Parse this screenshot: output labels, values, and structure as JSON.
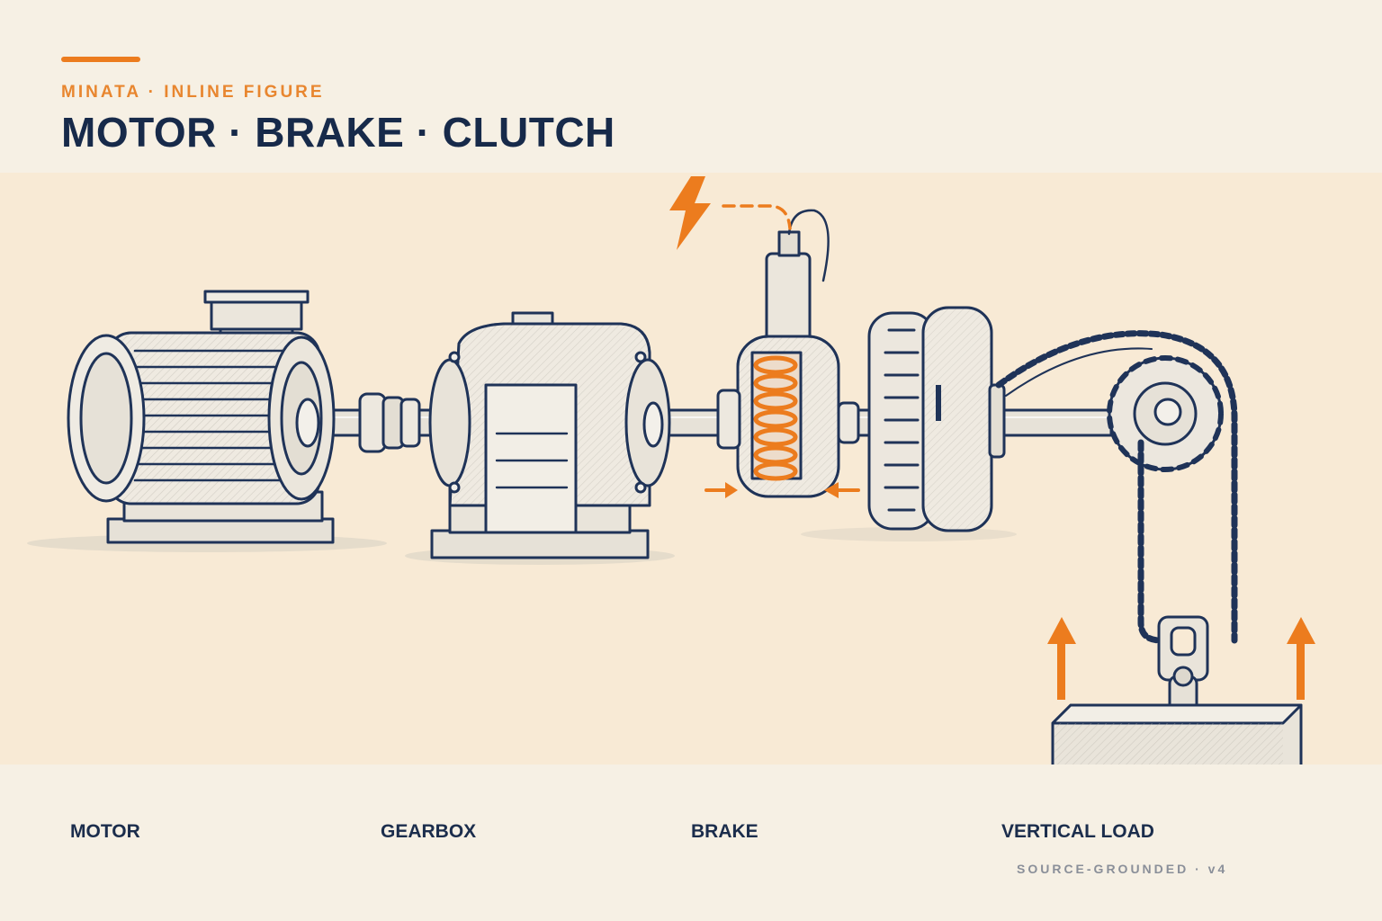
{
  "header": {
    "eyebrow": "MINATA · INLINE FIGURE",
    "title": "MOTOR · BRAKE · CLUTCH"
  },
  "captions": [
    "MOTOR",
    "GEARBOX",
    "BRAKE",
    "VERTICAL LOAD"
  ],
  "footer": {
    "note": "SOURCE-GROUNDED · v4"
  },
  "colors": {
    "accent": "#ec7c1e",
    "ink": "#172a4a",
    "paper": "#f6f0e4",
    "figure_bg": "#f8ead5"
  },
  "icons": [
    "lightning-icon",
    "arrow-up-icon",
    "arrow-right-icon",
    "arrow-left-icon"
  ]
}
